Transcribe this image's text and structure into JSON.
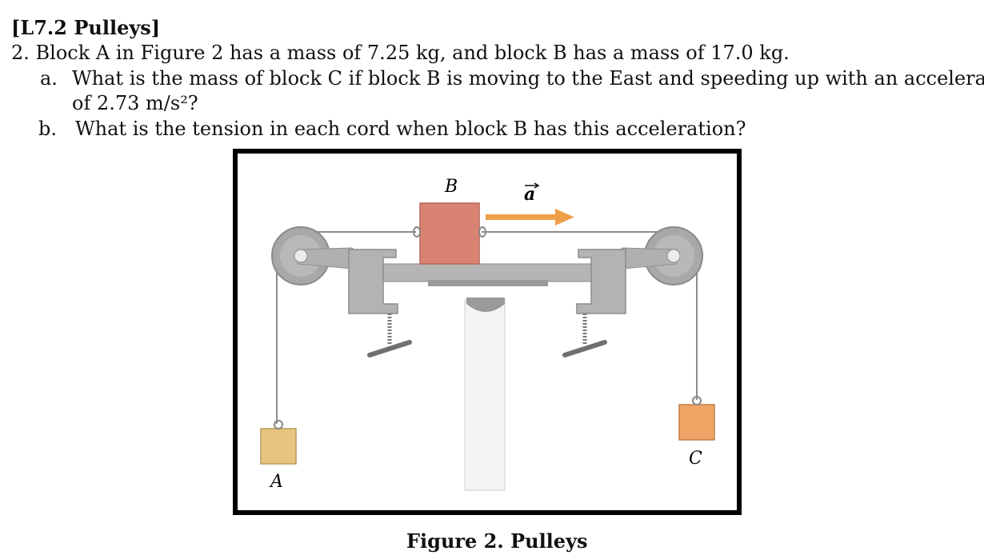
{
  "problem": {
    "header": "[L7.2 Pulleys]",
    "intro": "2. Block A in Figure 2 has a mass of 7.25 kg, and block B has a mass of 17.0 kg.",
    "part_a_marker": "a.",
    "part_a_line1": "What is the mass of block C if block B is moving to the East and speeding up with an acceleration",
    "part_a_line2": "of 2.73 m/s²?",
    "part_b_marker": "b.",
    "part_b": "What is the tension in each cord when block B has this acceleration?"
  },
  "figure": {
    "label_b": "B",
    "label_a_vec": "a",
    "label_a_block": "A",
    "label_c_block": "C",
    "caption": "Figure 2. Pulleys"
  }
}
